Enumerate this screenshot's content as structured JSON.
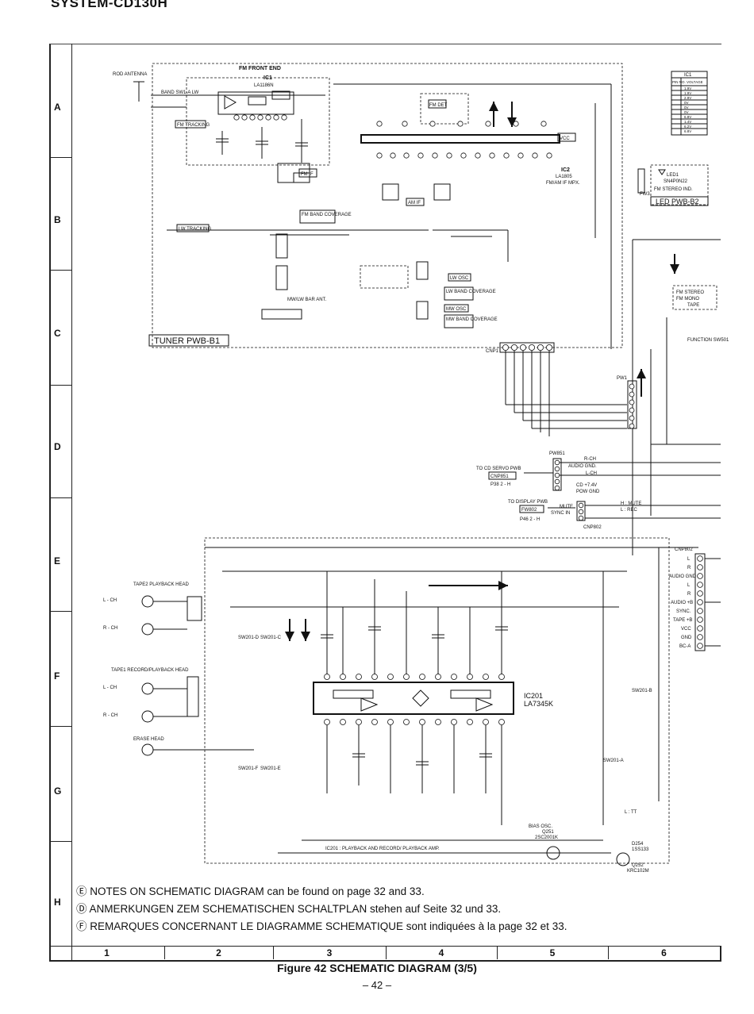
{
  "header": {
    "title": "SYSTEM-CD130H"
  },
  "rows": [
    "A",
    "B",
    "C",
    "D",
    "E",
    "F",
    "G",
    "H"
  ],
  "columns": [
    "1",
    "2",
    "3",
    "4",
    "5",
    "6"
  ],
  "tuner": {
    "rod_antenna": "ROD ANTENNA",
    "fm_front_end": "FM FRONT END",
    "ic1": "IC1",
    "ic1_part": "LA1186N",
    "ic2": "IC2",
    "ic2_part": "LA1805",
    "ic2_desc": "FM/AM IF MPX.",
    "board": "TUNER PWB-B1",
    "fm_tracking": "FM TRACKING",
    "lw_tracking": "LW TRACKING",
    "fm_band_coverage": "FM BAND COVERAGE",
    "mw_band_coverage": "MW BAND COVERAGE",
    "lw_band_coverage": "LW BAND COVERAGE",
    "lw_osc": "LW OSC",
    "mw_osc": "MW OSC",
    "fm_det": "FM DET",
    "fm_if": "FM IF",
    "am_if": "AM IF",
    "mw_lw_bar_ant": "MW/LW BAR ANT.",
    "vcc": "VCC",
    "band_sw": "BAND SW1-A LW",
    "cnp1": "CNP1",
    "fw3": "FW3",
    "led_board": "LED PWB-B2",
    "led1": "LED1",
    "led1_part": "SN4P0N22",
    "led1_desc": "FM STEREO IND.",
    "voltage_table_head": "IC1",
    "voltage_table_sub": "PIN NO. VOLTAGE",
    "voltages": [
      "1.9V",
      "1.9V",
      "2.9V",
      "0V",
      "0V",
      "0V",
      "6.8V",
      "1.4V",
      "6.2V",
      "6.8V"
    ]
  },
  "connectors": {
    "to_cd_servo": "TO CD SERVO PWB",
    "cnp851": "CNP851",
    "p38": "P38 2 - H",
    "to_display": "TO DISPLAY PWB",
    "fw802": "FW802",
    "p46": "P46 2 - H",
    "pw851": "PW851",
    "cnp802": "CNP802",
    "mute": "MUTE",
    "sync_in": "SYNC IN",
    "h_mute": "H : MUTE",
    "l_rec": "L : REC",
    "pw1": "PW1",
    "r_ch": "R-CH",
    "l_ch": "L-CH",
    "audio_gnd": "AUDIO GND.",
    "cd_74v": "CD +7.4V",
    "pow_gnd": "POW GND",
    "fm_stereo": "FM STEREO",
    "fm_mono": "FM MONO",
    "tape": "TAPE",
    "function": "FUNCTION SW501",
    "cnp802_pins": [
      "L",
      "R",
      "AUDIO GND",
      "L",
      "R",
      "AUDIO +B",
      "SYNC.",
      "TAPE +B",
      "VCC",
      "GND",
      "BC-A"
    ]
  },
  "tape": {
    "tape2_head": "TAPE2 PLAYBACK HEAD",
    "tape1_head": "TAPE1 RECORD/PLAYBACK HEAD",
    "erase_head": "ERASE HEAD",
    "lch": "L - CH",
    "rch": "R - CH",
    "ic201": "IC201",
    "ic201_part": "LA7345K",
    "ic201_desc": "IC201 : PLAYBACK AND RECORD/ PLAYBACK AMP.",
    "bias_osc": "BIAS OSC.",
    "q251": "Q251",
    "q251_part": "2SC2001K",
    "sw201a": "SW201-A",
    "sw201b": "SW201-B",
    "sw201c": "SW201-C",
    "sw201d": "SW201-D",
    "sw201e": "SW201-E",
    "sw201f": "SW201-F",
    "l_tt": "L : TT",
    "d254": "D254",
    "d254_part": "1SS133",
    "q252": "Q252",
    "q252_part": "KRC102M"
  },
  "notes": [
    "Ⓔ NOTES ON SCHEMATIC DIAGRAM can be found on page 32 and 33.",
    "Ⓓ ANMERKUNGEN ZEM SCHEMATISCHEN SCHALTPLAN stehen auf Seite 32 und 33.",
    "Ⓕ REMARQUES CONCERNANT LE DIAGRAMME SCHEMATIQUE sont indiquées à la page 32 et 33."
  ],
  "caption": "Figure 42 SCHEMATIC DIAGRAM (3/5)",
  "page_number": "– 42 –"
}
